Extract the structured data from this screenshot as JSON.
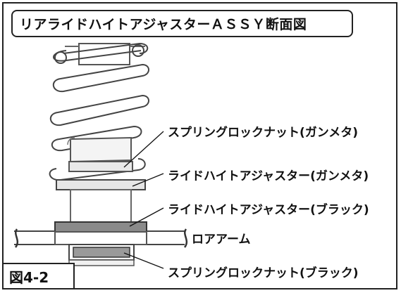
{
  "title": "リアライドハイトアジャスターＡＳＳＹ断面図",
  "figure_label": "図4-2",
  "labels": {
    "spring_lock_nut_gunmetal": "スプリングロックナット(ガンメタ)",
    "ride_height_adjuster_gunmetal": "ライドハイトアジャスター(ガンメタ)",
    "ride_height_adjuster_black": "ライドハイトアジャスター(ブラック)",
    "lower_arm": "ロアアーム",
    "spring_lock_nut_black": "スプリングロックナット(ブラック)"
  }
}
